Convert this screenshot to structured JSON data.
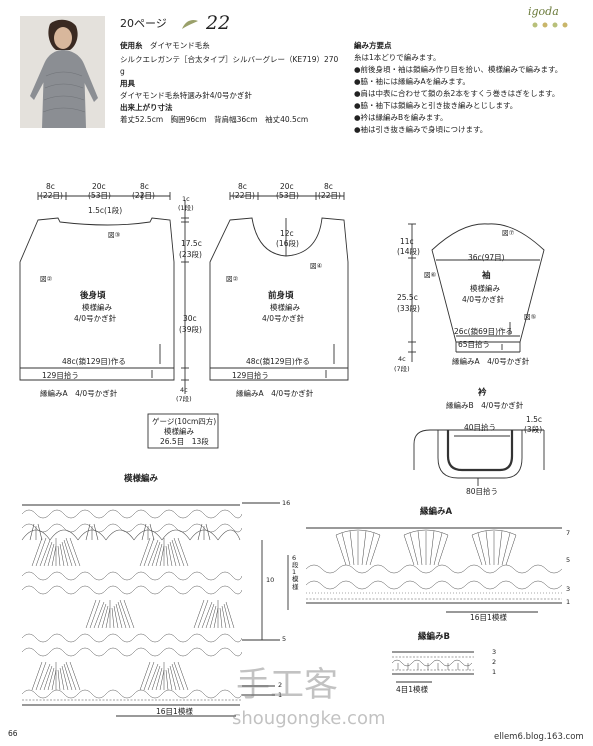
{
  "header": {
    "page_ref": "20ページ",
    "pattern_no": "22",
    "brand": "igoda"
  },
  "materials": {
    "yarn_label": "使用糸",
    "yarn_value": "ダイヤモンド毛糸",
    "yarn_detail": "シルクエレガンテ［合太タイプ］シルバーグレー（KE719）270",
    "yarn_amount": "g",
    "tools_label": "用具",
    "tools_value": "ダイヤモンド毛糸特選み針4/0号かぎ針",
    "size_label": "出来上がり寸法",
    "size_value": "着丈52.5cm　胸囲96cm　背肩幅36cm　袖丈40.5cm"
  },
  "notes": {
    "title": "編み方要点",
    "lines": [
      "糸は1本どりで編みます。",
      "●前後身頃・袖は鎖編み作り目を拾い、模様編みで編みます。",
      "●脇・袖には縁編みAを編みます。",
      "●肩は中表に合わせて鎖の糸2本をすくう巻きはぎをします。",
      "●脇・袖下は鎖編みと引き抜き編みとじします。",
      "●衿は縁編みBを編みます。",
      "●袖は引き抜き編みで身頃につけます。"
    ]
  },
  "back": {
    "title": "後身頃",
    "pattern": "模様編み",
    "hook": "4/0号かぎ針",
    "top_left": "8c",
    "top_left_rows": "(22目)",
    "top_mid": "20c",
    "top_mid_rows": "(53目)",
    "top_right": "8c",
    "top_right_rows": "(22目)",
    "neck": "1.5c(1段)",
    "zu3": "図③",
    "zu2": "図②",
    "side_1": "1c",
    "side_1_rows": "(1段)",
    "side_2": "17.5c",
    "side_2_rows": "(23段)",
    "side_3": "30c",
    "side_3_rows": "(39段)",
    "side_4": "4c",
    "side_4_rows": "(7段)",
    "chain": "48c(鎖129目)作る",
    "pick": "129目拾う",
    "edge": "縁編みA　4/0号かぎ針"
  },
  "front": {
    "title": "前身頃",
    "pattern": "模様編み",
    "hook": "4/0号かぎ針",
    "top_left": "8c",
    "top_left_rows": "(22目)",
    "top_mid": "20c",
    "top_mid_rows": "(53目)",
    "top_right": "8c",
    "top_right_rows": "(22目)",
    "neck": "12c",
    "neck_rows": "(16段)",
    "zu4": "図④",
    "zu2": "図②",
    "chain": "48c(鎖129目)作る",
    "pick": "129目拾う",
    "edge": "縁編みA　4/0号かぎ針"
  },
  "sleeve": {
    "title": "袖",
    "pattern": "模様編み",
    "hook": "4/0号かぎ針",
    "top": "36c(97目)",
    "zu7": "図⑦",
    "zu6": "図⑥",
    "zu5": "図⑤",
    "h1": "11c",
    "h1_rows": "(14段)",
    "h2": "25.5c",
    "h2_rows": "(33段)",
    "h3": "4c",
    "h3_rows": "(7段)",
    "chain": "26c(鎖69目)作る",
    "pick": "65目拾う",
    "edge": "縁編みA　4/0号かぎ針"
  },
  "collar": {
    "title": "衿",
    "edge": "縁編みB　4/0号かぎ針",
    "pick_top": "40目拾う",
    "pick_bottom": "80目拾う",
    "width": "1.5c",
    "width_rows": "(3段)"
  },
  "gauge": {
    "title": "ゲージ(10cm四方)",
    "pattern": "模様編み",
    "value": "26.5目　13段"
  },
  "chart_main": {
    "title": "模様編み",
    "repeat": "16目1模様",
    "rows_repeat": "6段1模様",
    "row_16": "16",
    "row_10": "10",
    "row_5": "5",
    "row_2": "2",
    "row_1": "1"
  },
  "chart_a": {
    "title": "縁編みA",
    "repeat": "16目1模様",
    "r7": "7",
    "r5": "5",
    "r3": "3",
    "r1": "1"
  },
  "chart_b": {
    "title": "縁編みB",
    "repeat": "4目1模様",
    "r3": "3",
    "r2": "2",
    "r1": "1"
  },
  "footer": {
    "page_number": "66",
    "blog": "ellem6.blog.163.com",
    "watermark_cn": "手工客",
    "watermark_url": "shougongke.com"
  }
}
